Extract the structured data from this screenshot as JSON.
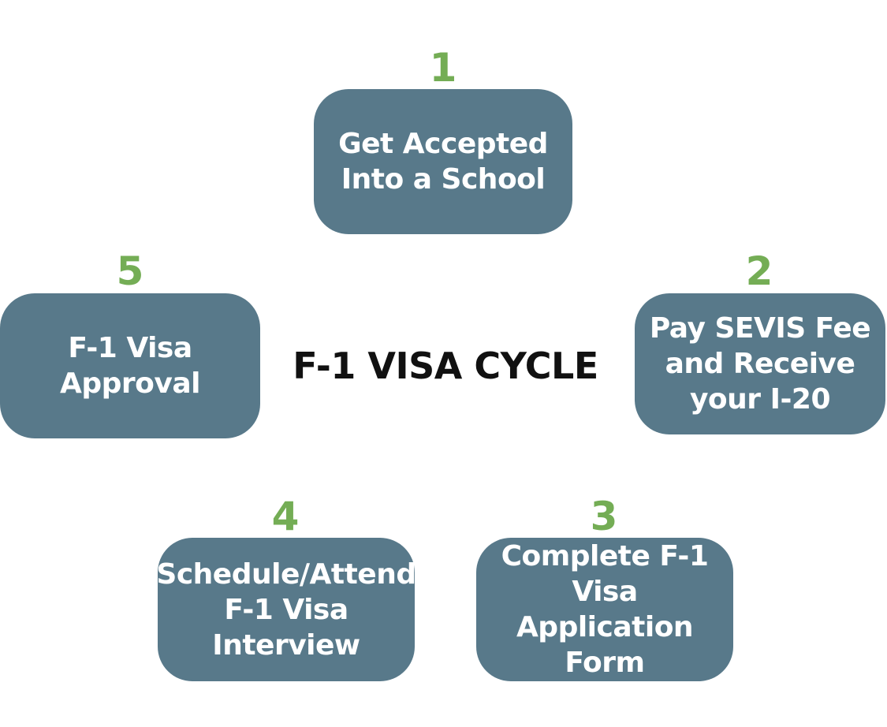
{
  "title": "F-1 VISA CYCLE",
  "colors": {
    "box_fill": "#58798a",
    "number": "#74ad55",
    "title": "#111111",
    "box_text": "#ffffff"
  },
  "steps": [
    {
      "number": "1",
      "label": "Get Accepted\nInto a School"
    },
    {
      "number": "2",
      "label": "Pay SEVIS Fee\nand Receive\nyour I-20"
    },
    {
      "number": "3",
      "label": "Complete F-1\nVisa Application\nForm"
    },
    {
      "number": "4",
      "label": "Schedule/Attend\nF-1 Visa\nInterview"
    },
    {
      "number": "5",
      "label": "F-1 Visa\nApproval"
    }
  ]
}
